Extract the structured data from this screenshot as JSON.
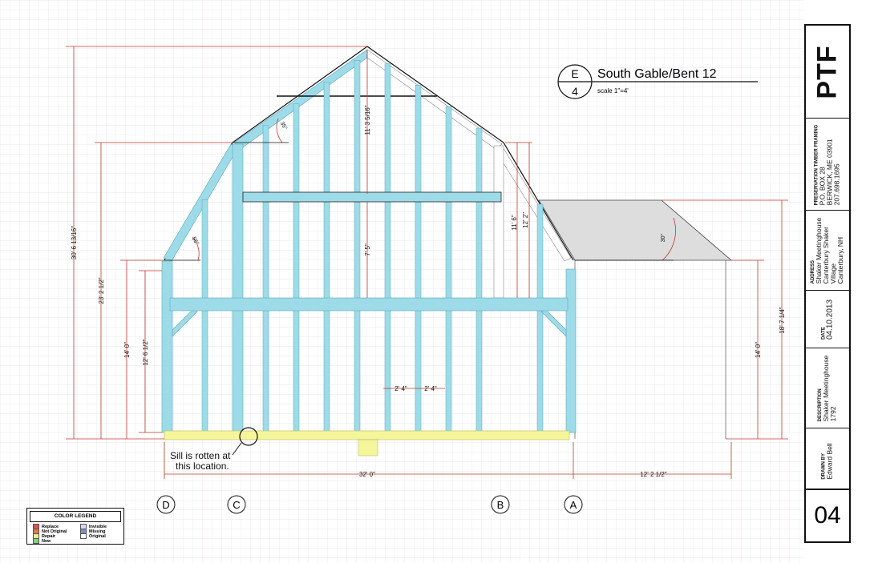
{
  "title": {
    "circle_top": "E",
    "circle_bottom": "4",
    "name": "South Gable/Bent 12",
    "scale": "scale 1\"=4'"
  },
  "dimensions": {
    "overall_height": "30' 6 13/16\"",
    "eave_height": "23' 2 1/2\"",
    "wall_height": "14' 0\"",
    "post_height": "12' 6 1/2\"",
    "upper_height": "11' 3 5/16\"",
    "mid_height": "7' 5\"",
    "right_height_a": "11' 6\"",
    "right_height_b": "12' 2\"",
    "ell_height": "18' 7 1/4\"",
    "ell_wall": "14' 0\"",
    "spacing_a": "2' 4\"",
    "spacing_b": "2' 4\"",
    "width_main": "32' 0\"",
    "width_ell": "12' 2 1/2\"",
    "angle_upper": "35°",
    "angle_lower": "55°",
    "angle_ell": "30°"
  },
  "note": {
    "line1": "Sill is rotten at",
    "line2": "this location."
  },
  "grid_labels": [
    "D",
    "C",
    "B",
    "A"
  ],
  "legend": {
    "title": "COLOR LEGEND",
    "items": [
      {
        "label": "Replace",
        "color": "#e05050"
      },
      {
        "label": "Not Original",
        "color": "#e07a50"
      },
      {
        "label": "Repair",
        "color": "#f0f08a"
      },
      {
        "label": "New",
        "color": "#7fd27f"
      },
      {
        "label": "Invisible",
        "color": "#d8d8f0"
      },
      {
        "label": "Missing",
        "color": "#7a8fd0"
      },
      {
        "label": "Original",
        "color": "#ffffff"
      }
    ]
  },
  "title_block": {
    "logo": "PTF",
    "company": "PRESERVATION TIMBER FRAMING",
    "address_lines": [
      "P.O. BOX 28",
      "BERWICK, ME 03901",
      "207.698.1695"
    ],
    "address_label": "ADDRESS",
    "address_value_1": "Shaker Meetinghouse",
    "address_value_2": "Canterbury Shaker",
    "address_value_3": "Village",
    "address_value_4": "Canterbury, NH",
    "date_label": "DATE",
    "date_value": "04.10.2013",
    "desc_label": "DESCRIPTION",
    "desc_value_1": "Shaker Meetinghouse",
    "desc_value_2": "1792",
    "drawn_label": "DRAWN BY",
    "drawn_value": "Edward Bell",
    "sheet": "04"
  },
  "colors": {
    "timber": "#9edbe8",
    "sill": "#f5f59a",
    "dimension": "#c0392b",
    "grid": "#dfe4ea",
    "roof": "#dddddd"
  }
}
